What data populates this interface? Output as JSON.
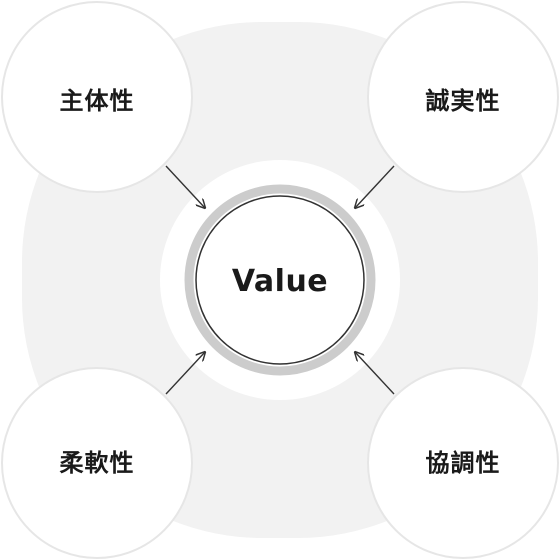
{
  "center": {
    "label": "Value"
  },
  "values": [
    {
      "id": "top-left",
      "label": "主体性"
    },
    {
      "id": "top-right",
      "label": "誠実性"
    },
    {
      "id": "bottom-left",
      "label": "柔軟性"
    },
    {
      "id": "bottom-right",
      "label": "協調性"
    }
  ],
  "colors": {
    "background_shape": "#f2f2f2",
    "circle_fill": "#ffffff",
    "circle_stroke": "#e6e6e6",
    "center_ring": "#cccccc",
    "center_stroke": "#333333",
    "arrow": "#333333",
    "text": "#1a1a1a"
  }
}
